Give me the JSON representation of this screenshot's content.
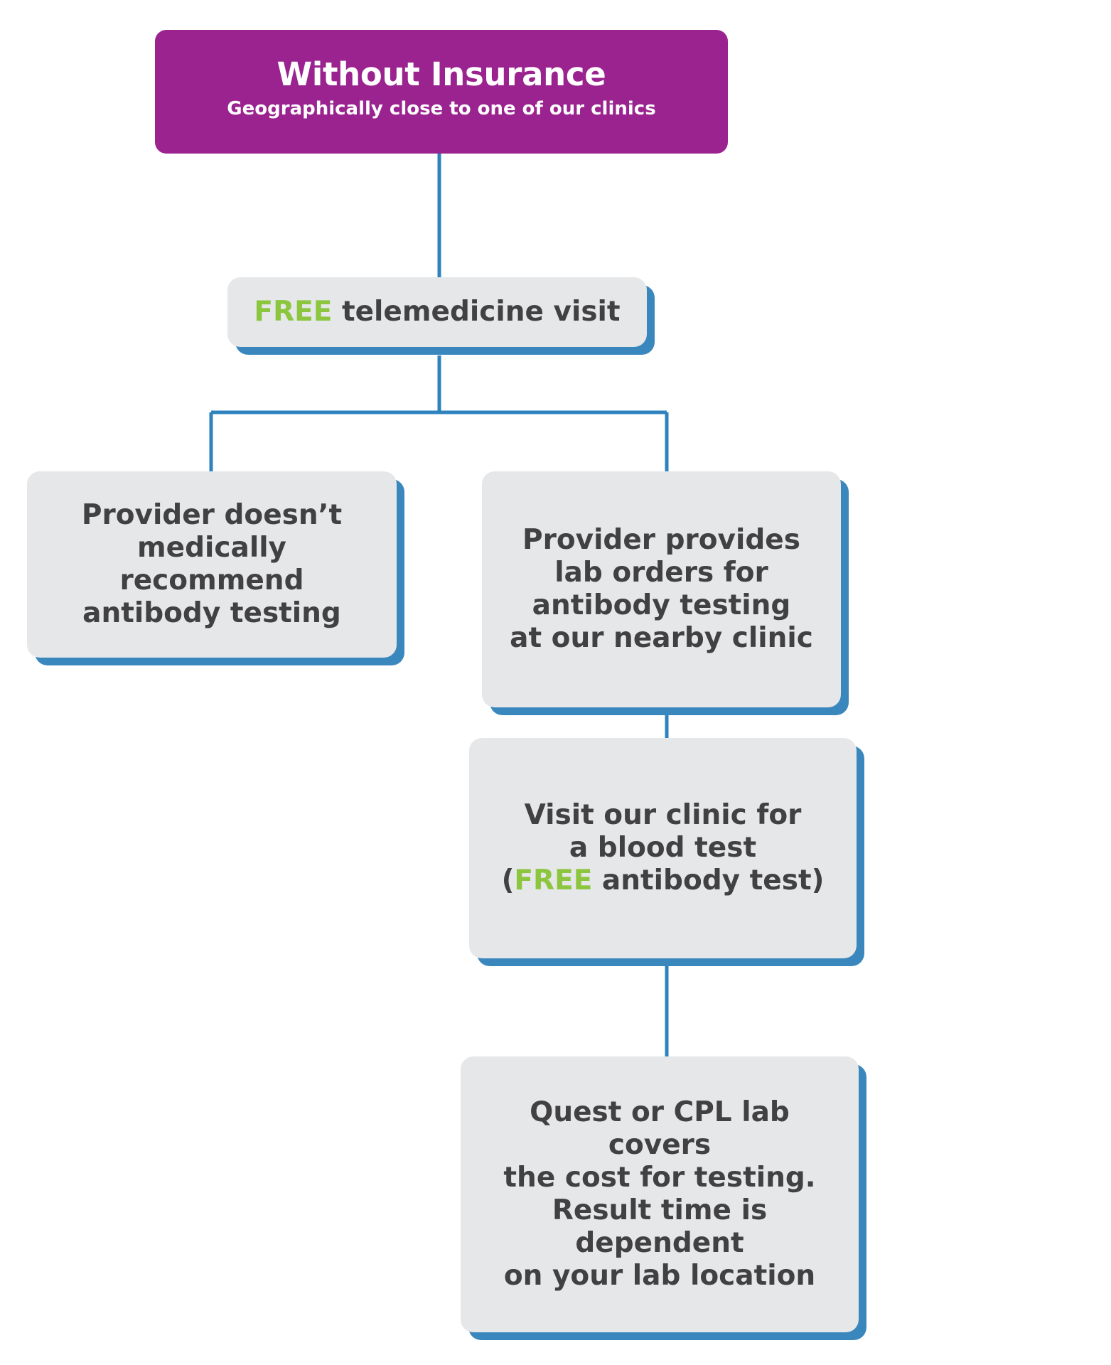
{
  "diagram": {
    "title": "Without Insurance",
    "subtitle": "Geographically close to one of our clinics",
    "colors": {
      "header_purple": "#9B2390",
      "node_gray": "#E6E7E8",
      "shadow_blue": "#3A87BE",
      "connector_blue": "#2E83BE",
      "text_dark": "#414042",
      "accent_green": "#8CC63F",
      "page_background": "#FFFFFF"
    },
    "nodes": {
      "telemedicine": {
        "free_label": "FREE",
        "rest_label": " telemedicine visit"
      },
      "no_recommend": {
        "line1": "Provider doesn’t",
        "line2": "medically recommend",
        "line3": "antibody testing"
      },
      "lab_orders": {
        "line1": "Provider provides",
        "line2": "lab orders for",
        "line3": "antibody testing",
        "line4": "at our nearby clinic"
      },
      "visit_clinic": {
        "line1": "Visit our clinic for",
        "line2": "a blood test",
        "line3_prefix": "(",
        "line3_free": "FREE",
        "line3_suffix": " antibody test)"
      },
      "lab_cost": {
        "line1": "Quest or CPL lab covers",
        "line2": "the cost for testing.",
        "line3": "Result time is dependent",
        "line4": "on your lab location"
      }
    }
  }
}
